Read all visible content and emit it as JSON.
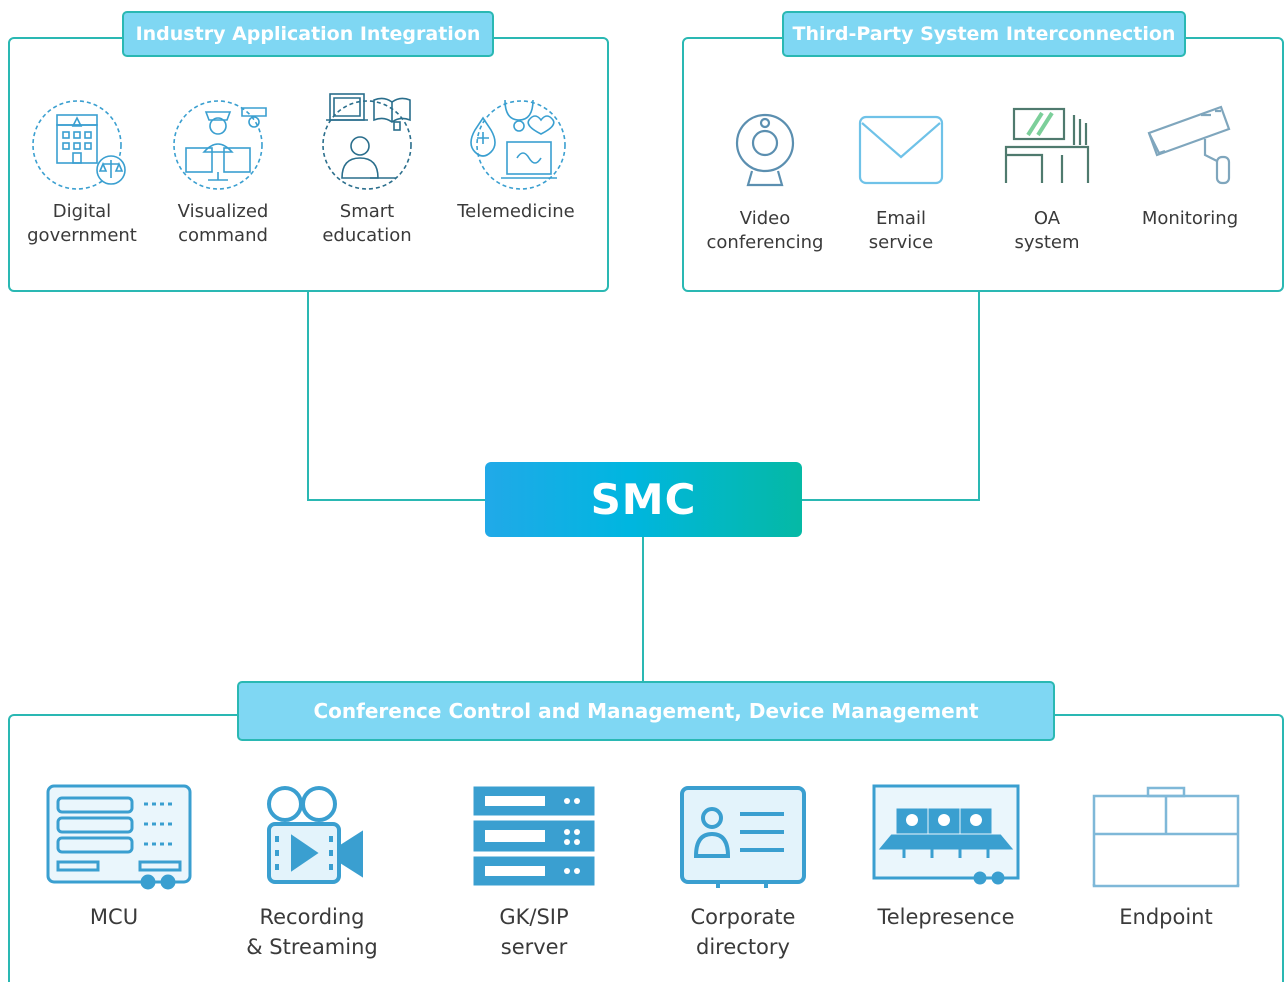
{
  "smc": {
    "title": "SMC"
  },
  "colors": {
    "line": "#2ab8b3",
    "tag_fill": "#7fd7f3",
    "smc_left": "#21a9e8",
    "smc_right": "#05b9a5",
    "icon_blue": "#3a9fd0"
  },
  "industry": {
    "title": "Industry Application Integration",
    "items": [
      {
        "icon": "government-icon",
        "line1": "Digital",
        "line2": "government"
      },
      {
        "icon": "command-center-icon",
        "line1": "Visualized",
        "line2": "command"
      },
      {
        "icon": "education-icon",
        "line1": "Smart",
        "line2": "education"
      },
      {
        "icon": "telemedicine-icon",
        "line1": "Telemedicine",
        "line2": ""
      }
    ]
  },
  "third_party": {
    "title": "Third-Party System Interconnection",
    "items": [
      {
        "icon": "webcam-icon",
        "line1": "Video",
        "line2": "conferencing"
      },
      {
        "icon": "envelope-icon",
        "line1": "Email",
        "line2": "service"
      },
      {
        "icon": "office-desk-icon",
        "line1": "OA",
        "line2": "system"
      },
      {
        "icon": "cctv-camera-icon",
        "line1": "Monitoring",
        "line2": ""
      }
    ]
  },
  "conference": {
    "title": "Conference Control and Management, Device Management",
    "items": [
      {
        "icon": "mcu-icon",
        "line1": "MCU",
        "line2": ""
      },
      {
        "icon": "video-camera-icon",
        "line1": "Recording",
        "line2": "& Streaming"
      },
      {
        "icon": "server-rack-icon",
        "line1": "GK/SIP",
        "line2": "server"
      },
      {
        "icon": "contact-card-icon",
        "line1": "Corporate",
        "line2": "directory"
      },
      {
        "icon": "telepresence-icon",
        "line1": "Telepresence",
        "line2": ""
      },
      {
        "icon": "endpoint-icon",
        "line1": "Endpoint",
        "line2": ""
      }
    ]
  }
}
